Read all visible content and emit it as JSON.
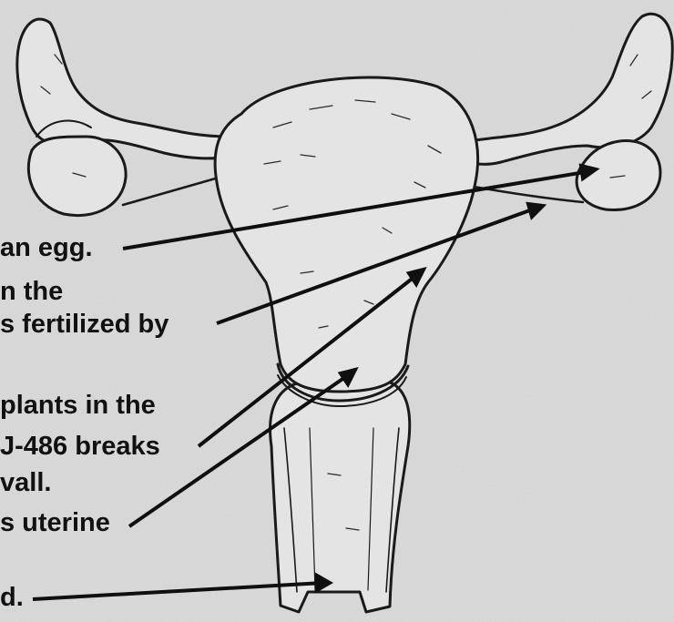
{
  "labels": [
    "an egg.",
    "n the",
    "s fertilized by",
    "plants in the",
    "J-486 breaks",
    "vall.",
    "s uterine",
    "d."
  ]
}
